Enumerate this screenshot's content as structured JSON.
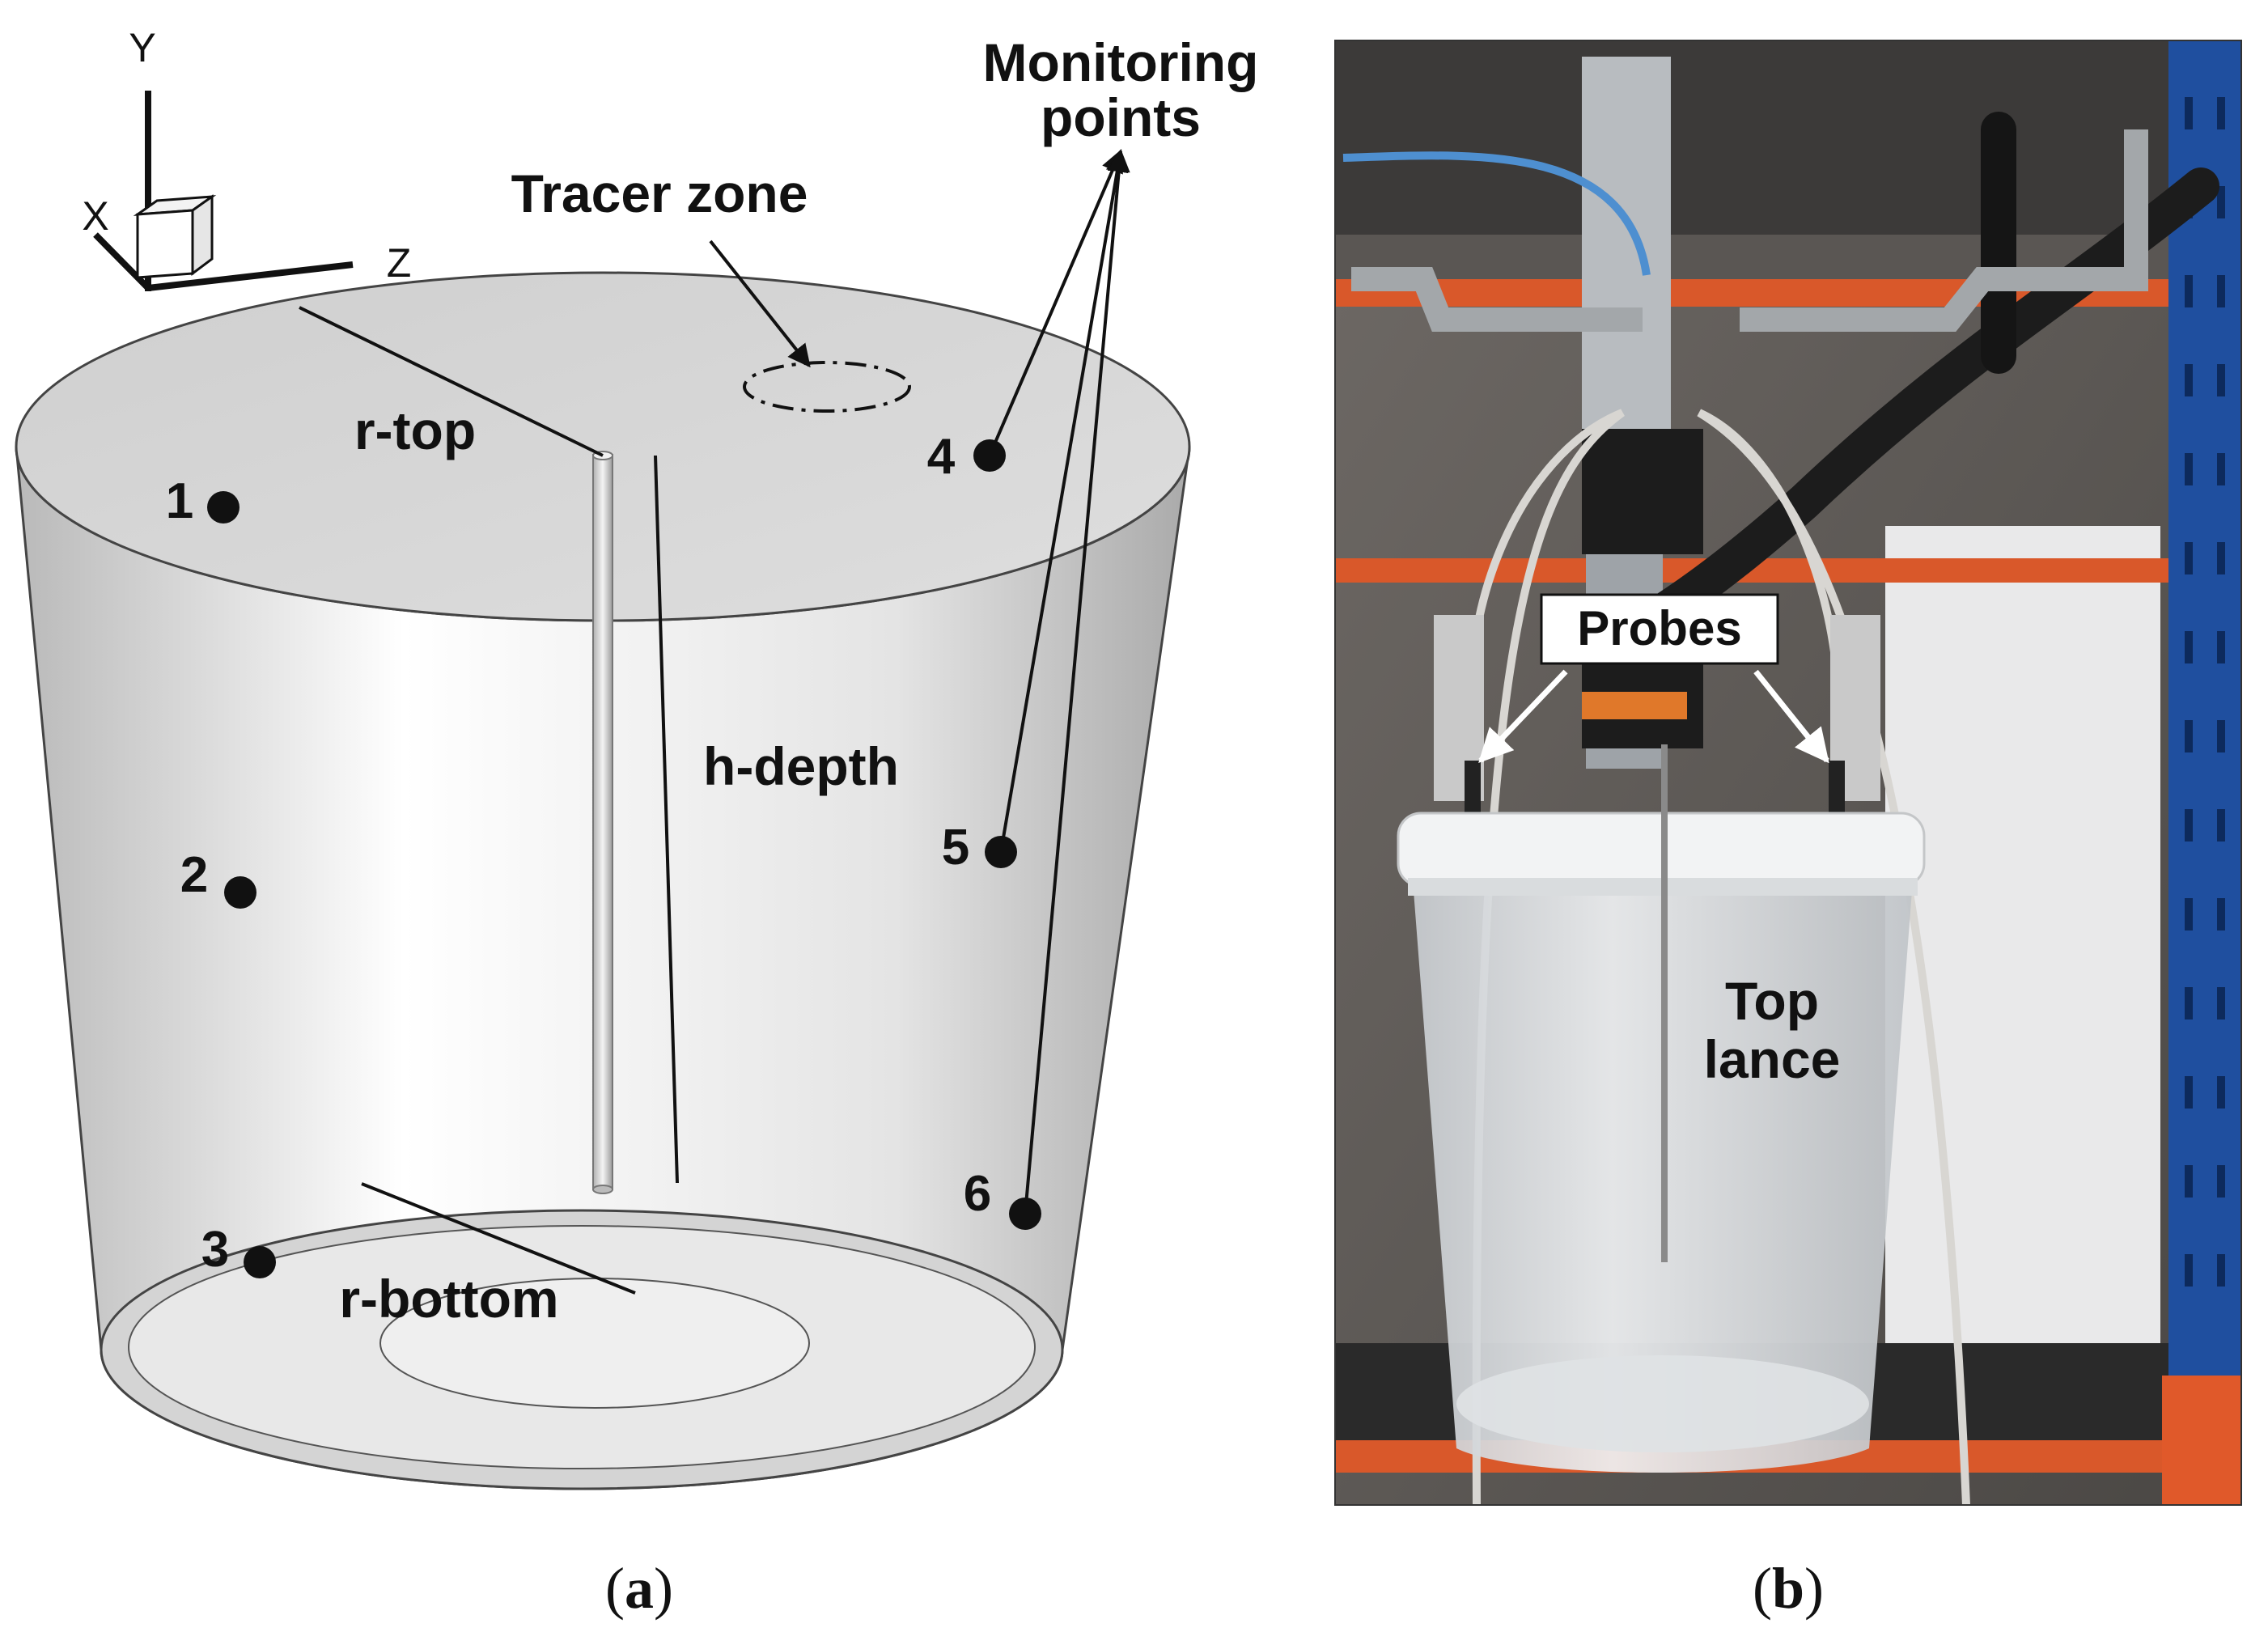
{
  "panel_a": {
    "axes": {
      "y": "Y",
      "x": "X",
      "z": "Z"
    },
    "labels": {
      "tracer_zone": "Tracer zone",
      "monitoring_line1": "Monitoring",
      "monitoring_line2": "points",
      "r_top": "r-top",
      "h_depth": "h-depth",
      "r_bottom": "r-bottom"
    },
    "points": [
      "1",
      "2",
      "3",
      "4",
      "5",
      "6"
    ],
    "caption_open": "(",
    "caption_letter": "a",
    "caption_close": ")"
  },
  "panel_b": {
    "labels": {
      "probes": "Probes",
      "top_lance_line1": "Top",
      "top_lance_line2": "lance"
    },
    "caption_open": "(",
    "caption_letter": "b",
    "caption_close": ")"
  },
  "colors": {
    "vessel_fill": "#dcdcdc",
    "vessel_edge": "#444444",
    "marker": "#111111",
    "rack_blue": "#1e4f9c",
    "rack_orange": "#e0592a"
  }
}
